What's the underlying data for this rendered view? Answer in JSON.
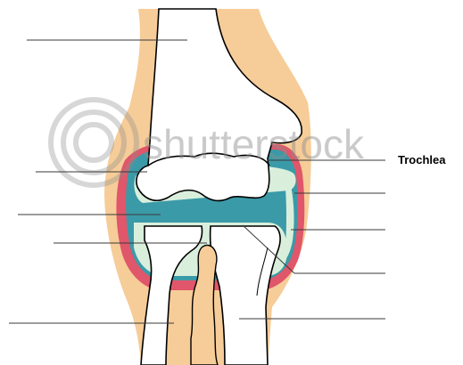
{
  "diagram": {
    "labels": {
      "trochlea": "Trochlea"
    },
    "watermark": {
      "text": "shutterstock"
    },
    "colors": {
      "soft_tissue": "#f6cc98",
      "synovial_membrane": "#e0566a",
      "synovial_cavity": "#3b9aa8",
      "cartilage": "#d9efdc",
      "bone": "#ffffff",
      "outline": "#000000",
      "leader_line": "#3a3a3a"
    },
    "unlabeled_leader_lines": 9
  }
}
